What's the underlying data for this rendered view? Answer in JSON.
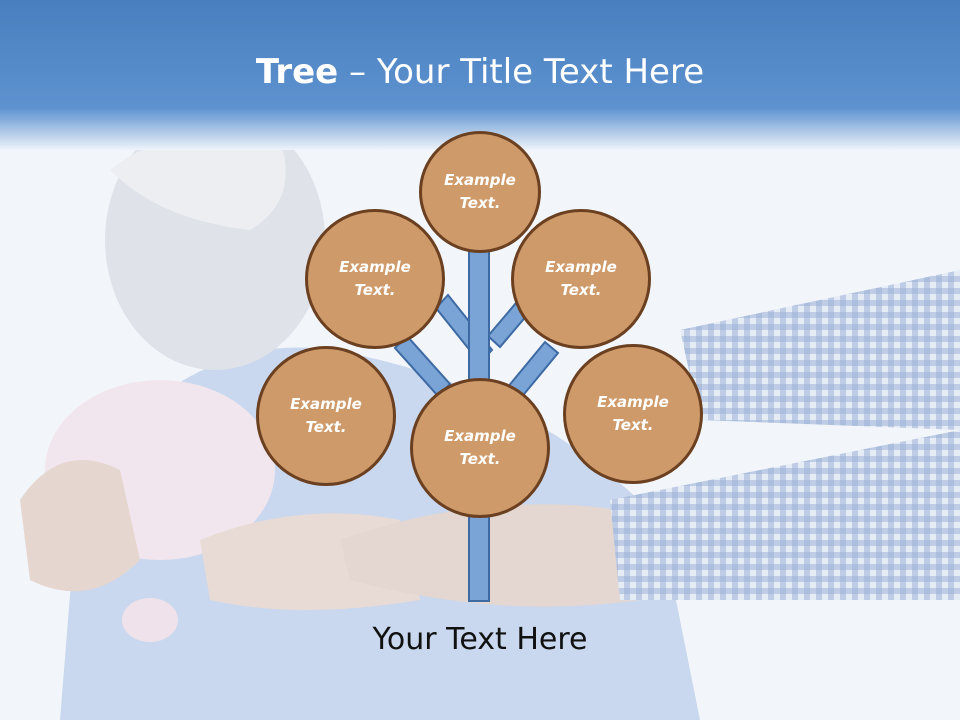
{
  "title": {
    "bold": "Tree",
    "dash": " – ",
    "rest": "Your Title Text Here"
  },
  "nodes": [
    {
      "label": "Example Text."
    },
    {
      "label": "Example Text."
    },
    {
      "label": "Example Text."
    },
    {
      "label": "Example Text."
    },
    {
      "label": "Example Text."
    },
    {
      "label": "Example Text."
    }
  ],
  "footer": "Your Text Here",
  "colors": {
    "header": "#5a8fc9",
    "node_fill": "#cf9a6a",
    "node_border": "#6b4021",
    "trunk": "#7aa3d6",
    "trunk_border": "#3e6aa4"
  }
}
